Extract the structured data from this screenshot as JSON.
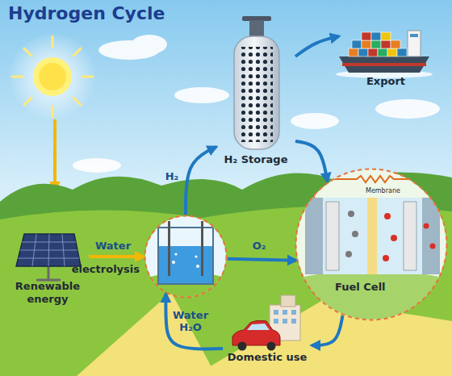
{
  "diagram": {
    "title": "Hydrogen Cycle",
    "nodes": [
      {
        "text": [
          "Renewable energy"
        ]
      },
      {
        "text": [
          "electrolysis"
        ]
      },
      {
        "text": [
          "H₂ Storage"
        ]
      },
      {
        "text": [
          "Export"
        ]
      },
      {
        "text": [
          "Membrane",
          "Fuel Cell"
        ]
      },
      {
        "text": [
          "Domestic use"
        ]
      }
    ],
    "edges": [
      {
        "from": 0,
        "to": 1,
        "label": "Water",
        "arrow": "to"
      },
      {
        "from": 1,
        "to": 2,
        "label": "H₂",
        "arrow": "to"
      },
      {
        "from": 2,
        "to": 3,
        "arrow": "to"
      },
      {
        "from": 2,
        "to": 4,
        "arrow": "to"
      },
      {
        "from": 1,
        "to": 4,
        "label": "O₂",
        "arrow": "to"
      },
      {
        "from": 4,
        "to": 5,
        "arrow": "to"
      },
      {
        "from": 5,
        "to": 1,
        "label": "Water H₂O",
        "arrow": "to"
      }
    ]
  }
}
